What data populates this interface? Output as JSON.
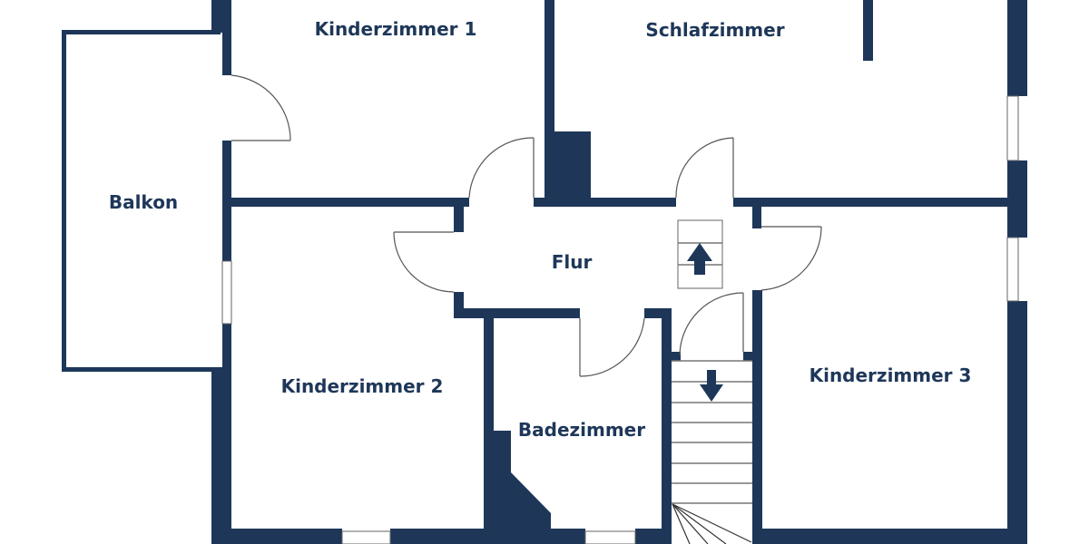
{
  "plan": {
    "wall_color": "#1e3759",
    "background": "#ffffff"
  },
  "rooms": {
    "kinderzimmer1": {
      "label": "Kinderzimmer 1"
    },
    "schlafzimmer": {
      "label": "Schlafzimmer"
    },
    "balkon": {
      "label": "Balkon"
    },
    "flur": {
      "label": "Flur"
    },
    "kinderzimmer2": {
      "label": "Kinderzimmer 2"
    },
    "badezimmer": {
      "label": "Badezimmer"
    },
    "kinderzimmer3": {
      "label": "Kinderzimmer 3"
    }
  },
  "stairs": {
    "up_arrow": "arrow-up",
    "down_arrow": "arrow-down"
  }
}
